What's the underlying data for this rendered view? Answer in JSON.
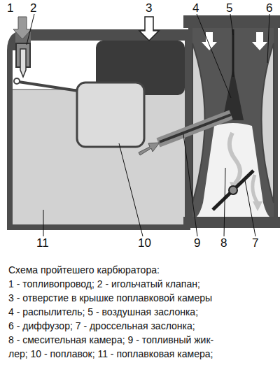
{
  "diagram": {
    "caption": "Схема пройтешего карбюратора:",
    "labels": [
      "1",
      "2",
      "3",
      "4",
      "5",
      "6",
      "11",
      "10",
      "9",
      "8",
      "7",
      "1 - топливопровод; 2 - игольчатый клапан;",
      "3 - отверстие в крышке поплавковой камеры",
      "4 - распылитель; 5 - воздушная заслонка;",
      "6 - диффузор;  7 - дроссельная заслонка;",
      "8 - смесительная камера; 9 - топливный жик-",
      "лер; 10 - поплавок; 11 - поплавковая камера;"
    ]
  }
}
